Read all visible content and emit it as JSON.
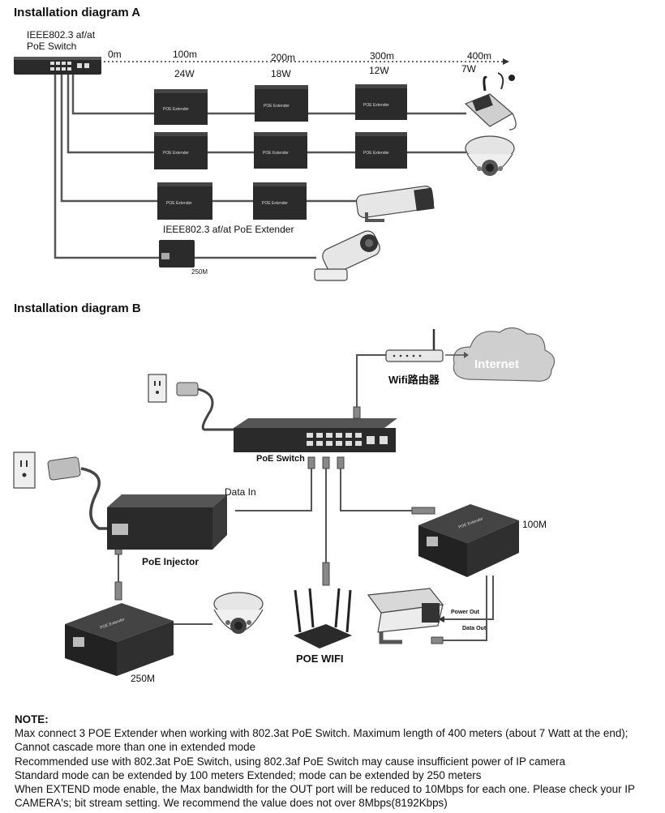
{
  "diagram_a": {
    "title": "Installation diagram A",
    "switch_label_1": "IEEE802.3 af/at",
    "switch_label_2": "PoE Switch",
    "distances": [
      "0m",
      "100m",
      "200m",
      "300m",
      "400m"
    ],
    "powers": [
      "24W",
      "18W",
      "12W",
      "7W"
    ],
    "extender_label": "POE Extender",
    "extender_caption": "IEEE802.3 af/at PoE Extender",
    "small_extender_caption": "250M"
  },
  "diagram_b": {
    "title": "Installation diagram B",
    "router_label": "Wifi路由器",
    "internet_label": "Internet",
    "switch_label": "PoE Switch",
    "data_in_label": "Data In",
    "injector_label": "PoE Injector",
    "ext_100_label": "100M",
    "ext_250_label": "250M",
    "wifi_label": "POE WIFI",
    "power_out_label": "Power Out",
    "data_out_label": "Data Out",
    "extender_label": "POE Extender"
  },
  "note": {
    "heading": "NOTE:",
    "lines": [
      "Max connect 3 POE Extender when working with 802.3at PoE Switch. Maximum length of 400 meters (about 7 Watt at the end); Cannot cascade more than one in extended mode",
      "Recommended use with 802.3at PoE Switch, using 802.3af PoE Switch may cause insufficient power of IP camera",
      "Standard mode can be extended by 100 meters Extended; mode can be extended by 250 meters",
      "When EXTEND mode enable, the Max bandwidth for the OUT port will be reduced to 10Mbps for each one. Please check your IP CAMERA's; bit stream setting. We recommend the value does not over 8Mbps(8192Kbps)"
    ]
  }
}
